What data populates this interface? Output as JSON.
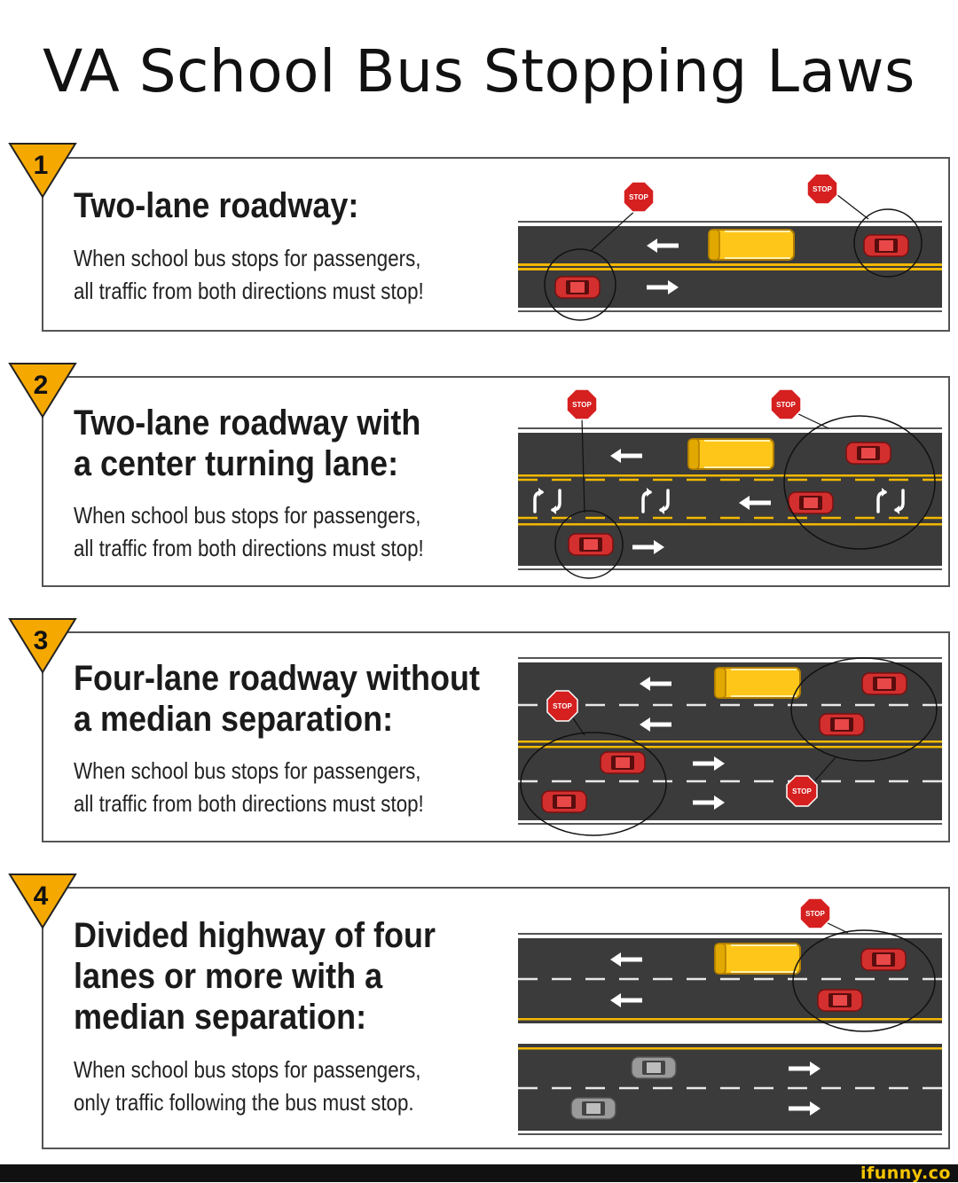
{
  "title": "VA School Bus Stopping Laws",
  "colors": {
    "road": "#3b3b3b",
    "yellow_line": "#f2b800",
    "bus": "#ffc61a",
    "car": "#d32f2f",
    "stopped_gray": "#8a8a8a",
    "badge": "#f5a800"
  },
  "icons": [
    "stop-sign-icon",
    "arrow-left-icon",
    "arrow-right-icon",
    "turn-arrows-icon",
    "school-bus-icon",
    "car-icon",
    "highlight-circle-icon"
  ],
  "panels": [
    {
      "number": "1",
      "heading": [
        "Two-lane roadway:"
      ],
      "description": [
        "When school bus stops for passengers,",
        "all traffic from both directions must stop!"
      ]
    },
    {
      "number": "2",
      "heading": [
        "Two-lane roadway with",
        "a center turning lane:"
      ],
      "description": [
        "When school bus stops for passengers,",
        "all traffic from both directions must stop!"
      ]
    },
    {
      "number": "3",
      "heading": [
        "Four-lane roadway without",
        "a median separation:"
      ],
      "description": [
        "When school bus stops for passengers,",
        "all traffic from both directions must stop!"
      ]
    },
    {
      "number": "4",
      "heading": [
        "Divided highway of four",
        "lanes or more with a",
        "median separation:"
      ],
      "description": [
        "When school bus stops for passengers,",
        "only traffic following the bus must stop."
      ]
    }
  ],
  "stop_sign_text": "STOP",
  "watermark": "ifunny.co"
}
